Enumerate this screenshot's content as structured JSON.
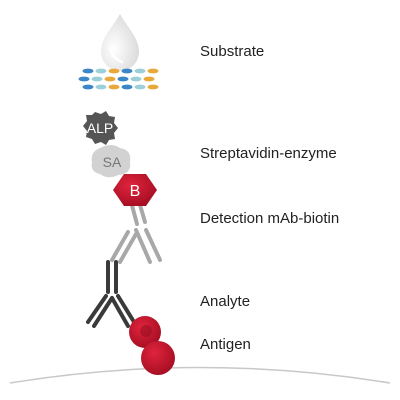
{
  "labels": {
    "substrate": "Substrate",
    "streptavidin_enzyme": "Streptavidin-enzyme",
    "detection_mab_biotin": "Detection mAb-biotin",
    "analyte": "Analyte",
    "antigen": "Antigen"
  },
  "glyphs": {
    "alp": "ALP",
    "sa": "SA",
    "b": "B"
  },
  "colors": {
    "label_text": "#222222",
    "biotin_red": "#c8102e",
    "antigen_red": "#c0172b",
    "alp_gray": "#555555",
    "sa_gray": "#d2d2d2",
    "antibody_dark": "#3a3a3a",
    "antibody_light": "#a8a8a8",
    "surface_line": "#c8c8c8",
    "drop_gray": "#e3e3e3"
  }
}
